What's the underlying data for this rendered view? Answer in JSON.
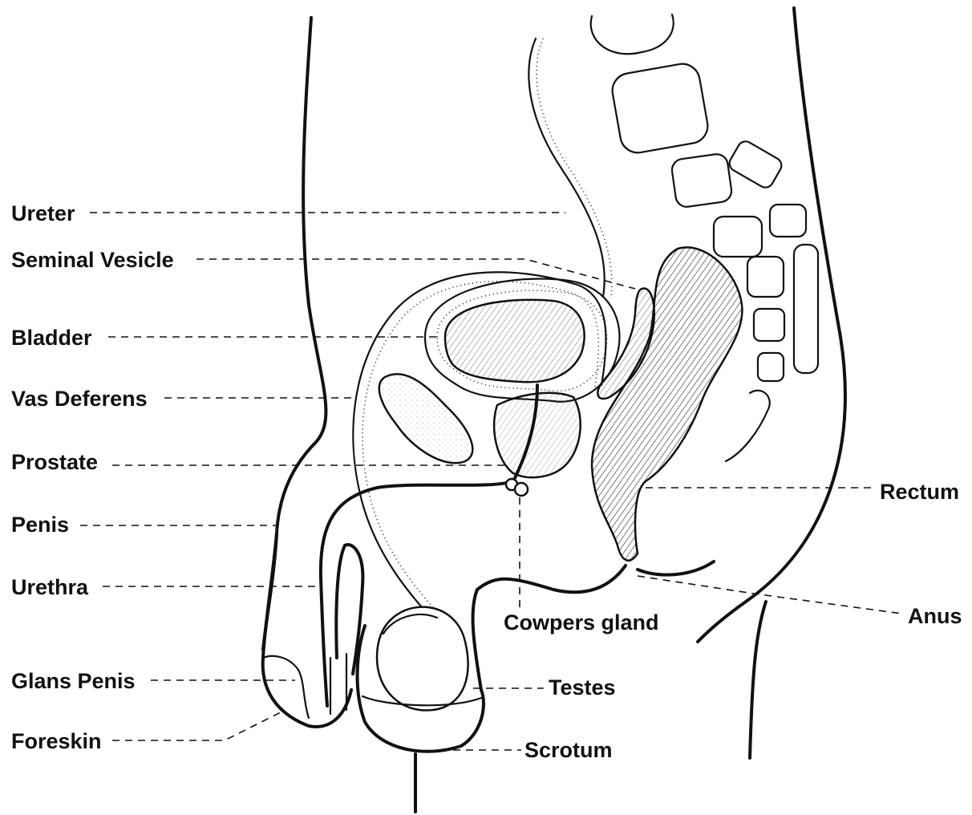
{
  "labels": {
    "ureter": "Ureter",
    "seminal_vesicle": "Seminal Vesicle",
    "bladder": "Bladder",
    "vas_deferens": "Vas Deferens",
    "prostate": "Prostate",
    "penis": "Penis",
    "urethra": "Urethra",
    "glans_penis": "Glans Penis",
    "foreskin": "Foreskin",
    "rectum": "Rectum",
    "anus": "Anus",
    "cowpers_gland": "Cowpers gland",
    "testes": "Testes",
    "scrotum": "Scrotum"
  }
}
